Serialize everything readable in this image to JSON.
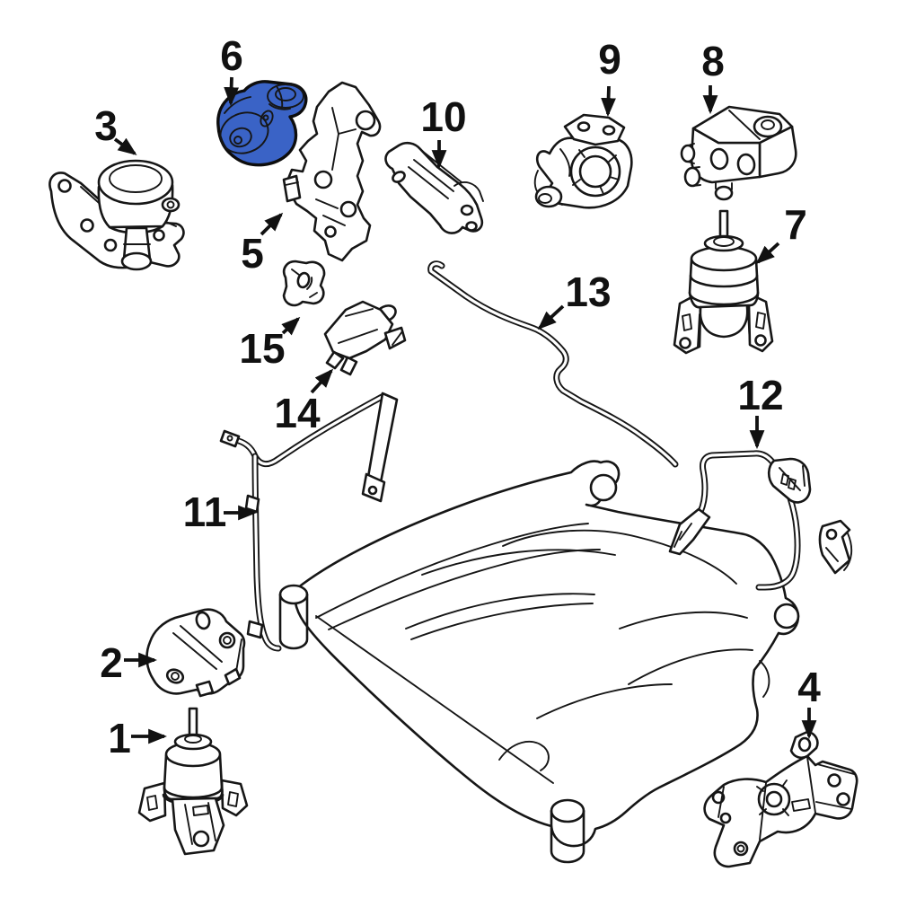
{
  "diagram": {
    "type": "exploded-parts-diagram",
    "description": "Engine and transmission mounting exploded parts diagram with numbered callouts",
    "background_color": "#ffffff",
    "line_color": "#161616",
    "highlight_color": "#3a63c6",
    "highlighted_part": "6",
    "part_count": 15,
    "callouts": [
      {
        "label": "1",
        "highlighted": false
      },
      {
        "label": "2",
        "highlighted": false
      },
      {
        "label": "3",
        "highlighted": false
      },
      {
        "label": "4",
        "highlighted": false
      },
      {
        "label": "5",
        "highlighted": false
      },
      {
        "label": "6",
        "highlighted": true
      },
      {
        "label": "7",
        "highlighted": false
      },
      {
        "label": "8",
        "highlighted": false
      },
      {
        "label": "9",
        "highlighted": false
      },
      {
        "label": "10",
        "highlighted": false
      },
      {
        "label": "11",
        "highlighted": false
      },
      {
        "label": "12",
        "highlighted": false
      },
      {
        "label": "13",
        "highlighted": false
      },
      {
        "label": "14",
        "highlighted": false
      },
      {
        "label": "15",
        "highlighted": false
      }
    ]
  }
}
